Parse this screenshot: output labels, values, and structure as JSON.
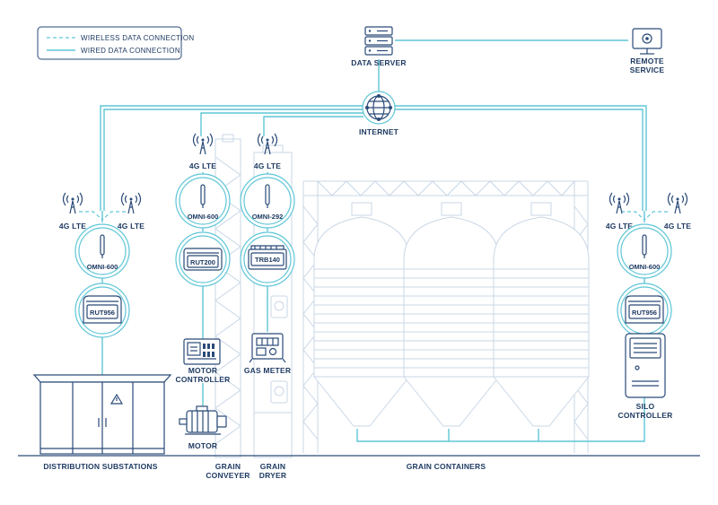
{
  "legend": {
    "wireless": "WIRELESS DATA CONNECTION",
    "wired": "WIRED DATA CONNECTION"
  },
  "nodes": {
    "data_server": "DATA SERVER",
    "remote_service_line1": "REMOTE",
    "remote_service_line2": "SERVICE",
    "internet": "INTERNET",
    "lte": "4G LTE",
    "omni600": "OMNI-600",
    "omni292": "OMNI-292",
    "rut956": "RUT956",
    "rut200": "RUT200",
    "trb140": "TRB140",
    "motor_controller_line1": "MOTOR",
    "motor_controller_line2": "CONTROLLER",
    "gas_meter": "GAS METER",
    "motor": "MOTOR",
    "silo_controller_line1": "SILO",
    "silo_controller_line2": "CONTROLLER"
  },
  "areas": {
    "substations": "DISTRIBUTION SUBSTATIONS",
    "conveyor_line1": "GRAIN",
    "conveyor_line2": "CONVEYER",
    "dryer_line1": "GRAIN",
    "dryer_line2": "DRYER",
    "containers": "GRAIN CONTAINERS"
  },
  "colors": {
    "ink": "#2a4a78",
    "connection": "#5fc6d6",
    "background_lines": "#c9d7e6"
  }
}
